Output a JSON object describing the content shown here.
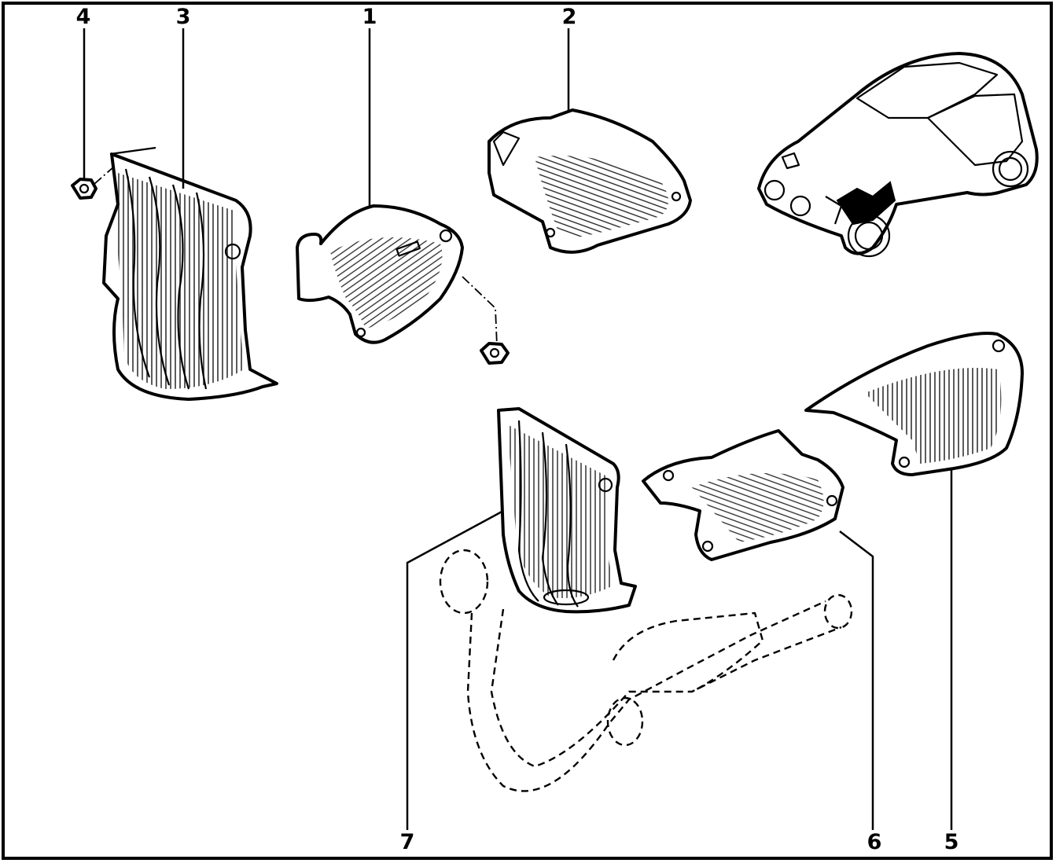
{
  "colors": {
    "ink": "#000000",
    "paper": "#ffffff"
  },
  "callouts": [
    {
      "id": "1",
      "label": "1",
      "part": "heat-shield-1"
    },
    {
      "id": "2",
      "label": "2",
      "part": "heat-shield-2"
    },
    {
      "id": "3",
      "label": "3",
      "part": "heat-shield-3"
    },
    {
      "id": "4",
      "label": "4",
      "part": "nut-4"
    },
    {
      "id": "5",
      "label": "5",
      "part": "heat-shield-5"
    },
    {
      "id": "6",
      "label": "6",
      "part": "heat-shield-6"
    },
    {
      "id": "7",
      "label": "7",
      "part": "heat-shield-7"
    }
  ],
  "icons": {
    "vehicle": "car-locator-icon",
    "exhaust": "exhaust-pipe-dashed-icon"
  }
}
